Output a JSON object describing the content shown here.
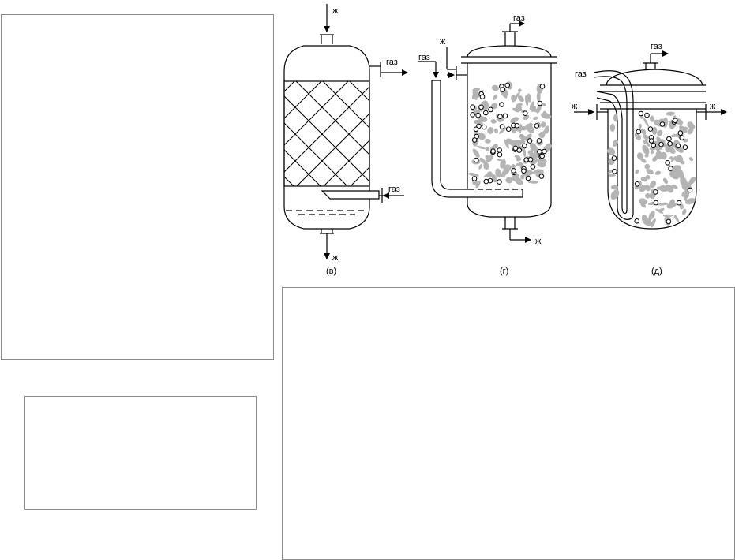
{
  "labels": {
    "liquid": "ж",
    "gas": "газ"
  },
  "captions": {
    "v": "(в)",
    "g": "(г)",
    "d": "(д)"
  },
  "panels": {
    "left_top": "",
    "left_bottom": "",
    "right_bottom": ""
  }
}
